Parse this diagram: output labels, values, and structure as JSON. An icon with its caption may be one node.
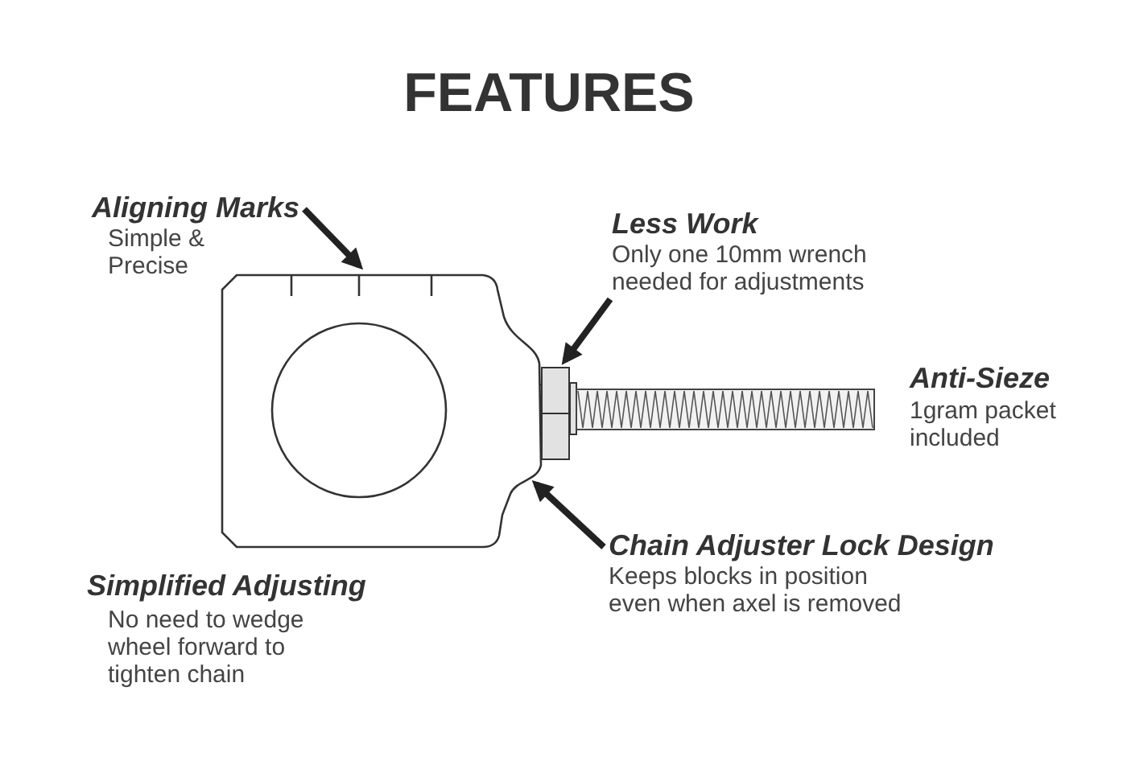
{
  "diagram": {
    "title": "FEATURES",
    "nodes": [
      {
        "text": [
          "Aligning Marks",
          "Simple & Precise"
        ]
      },
      {
        "text": [
          "Less Work",
          "Only one 10mm wrench needed for adjustments"
        ]
      },
      {
        "text": [
          "Chain Adjuster Lock Design",
          "Keeps blocks in position even when axel is removed"
        ]
      },
      {
        "text": [],
        "shape": "picture"
      },
      {
        "text": [],
        "shape": "box"
      }
    ],
    "edges": [
      {
        "from": 0,
        "to": 3,
        "arrow": "to"
      },
      {
        "from": 1,
        "to": 4,
        "arrow": "to"
      },
      {
        "from": 2,
        "to": 3,
        "arrow": "to"
      }
    ],
    "labels": [
      "Anti-Sieze",
      "1gram packet included",
      "Simplified Adjusting",
      "No need to wedge wheel forward to tighten chain"
    ]
  }
}
